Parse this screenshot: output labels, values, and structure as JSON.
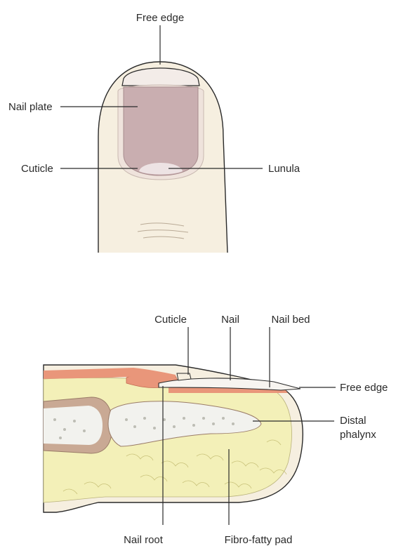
{
  "top_figure": {
    "labels": {
      "free_edge": "Free edge",
      "nail_plate": "Nail plate",
      "cuticle": "Cuticle",
      "lunula": "Lunula"
    }
  },
  "bottom_figure": {
    "labels": {
      "cuticle": "Cuticle",
      "nail": "Nail",
      "nail_bed": "Nail bed",
      "free_edge": "Free edge",
      "distal_phalynx_line1": "Distal",
      "distal_phalynx_line2": "phalynx",
      "nail_root": "Nail root",
      "fibro_fatty_pad": "Fibro-fatty pad"
    }
  },
  "colors": {
    "skin": "#f6efe0",
    "skin_outline": "#2a2a2a",
    "nail_plate": "#c9aeb0",
    "lunula": "#ede3e4",
    "fat_pad": "#f3f0b8",
    "nail_bed": "#e9967a",
    "bone": "#f2f2ee",
    "marrow_shell": "#c9a994"
  }
}
